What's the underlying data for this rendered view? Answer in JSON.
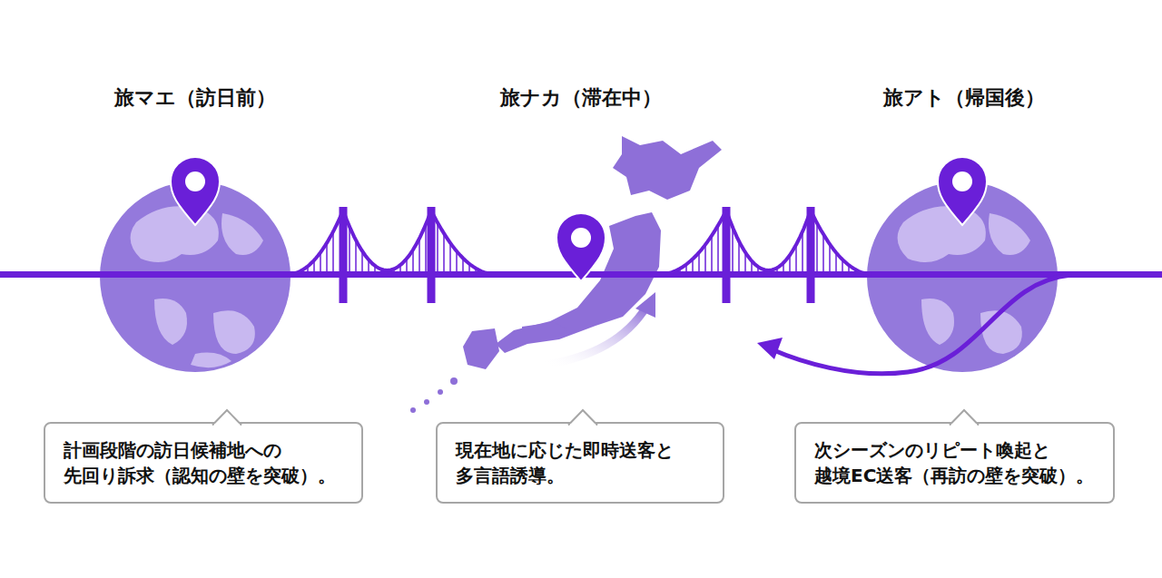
{
  "diagram": {
    "nodes": [
      {
        "text": [
          "計画段階の訪日候補地への 先回り訴求（認知の壁を突破）。"
        ]
      },
      {
        "text": [
          "現在地に応じた即時送客と 多言語誘導。"
        ]
      },
      {
        "text": [
          "次シーズンのリピート喚起と 越境EC送客（再訪の壁を突破）。"
        ]
      }
    ],
    "labels": [
      "旅マエ（訪日前）",
      "旅ナカ（滞在中）",
      "旅アト（帰国後）"
    ]
  }
}
